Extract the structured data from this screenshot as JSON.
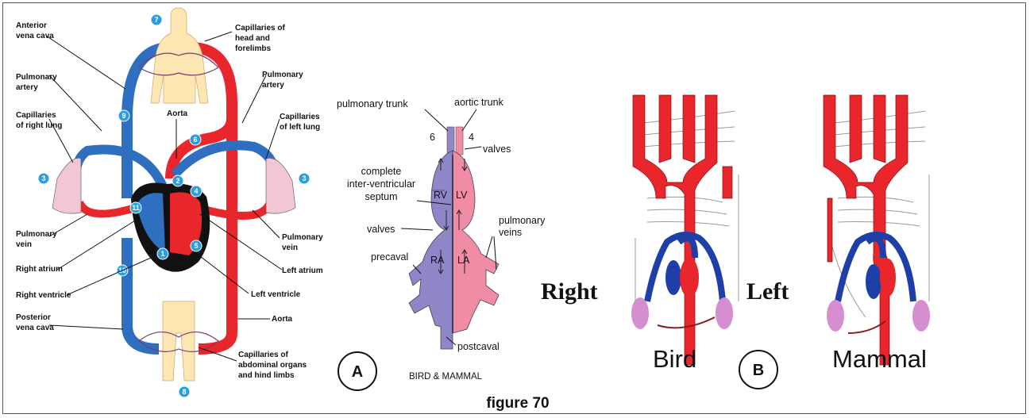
{
  "colors": {
    "oxygenated": "#e8262b",
    "deoxygenated": "#2f6fc0",
    "body": "#fde6b2",
    "lung": "#f2c6d4",
    "rv": "#8f86c8",
    "lv": "#f08ca6",
    "vein_blue": "#1f3fa8",
    "kidney": "#d58fd0"
  },
  "panel_a": {
    "labels": {
      "anterior_vena_cava": [
        "Anterior",
        "vena cava"
      ],
      "pulmonary_artery_left": [
        "Pulmonary",
        "artery"
      ],
      "capillaries_right_lung": [
        "Capillaries",
        "of right lung"
      ],
      "pulmonary_vein_left": [
        "Pulmonary",
        "vein"
      ],
      "right_atrium": "Right atrium",
      "right_ventricle": "Right ventricle",
      "posterior_vena_cava": [
        "Posterior",
        "vena cava"
      ],
      "capillaries_head": [
        "Capillaries of",
        "head and",
        "forelimbs"
      ],
      "pulmonary_artery_right": [
        "Pulmonary",
        "artery"
      ],
      "aorta_top": "Aorta",
      "capillaries_left_lung": [
        "Capillaries",
        "of left lung"
      ],
      "pulmonary_vein_right": [
        "Pulmonary",
        "vein"
      ],
      "left_atrium": "Left atrium",
      "left_ventricle": "Left ventricle",
      "aorta_bottom": "Aorta",
      "capillaries_abdominal": [
        "Capillaries of",
        "abdominal organs",
        "and hind limbs"
      ]
    },
    "markers": [
      "7",
      "9",
      "6",
      "3",
      "3",
      "2",
      "4",
      "11",
      "5",
      "1",
      "10",
      "8"
    ],
    "circle_label": "A"
  },
  "panel_mid": {
    "pulmonary_trunk": "pulmonary trunk",
    "aortic_trunk": "aortic trunk",
    "num_left": "6",
    "num_right": "4",
    "valves_top": "valves",
    "septum": [
      "complete",
      "inter-ventricular",
      "septum"
    ],
    "valves_mid": "valves",
    "pulmonary_veins": [
      "pulmonary",
      "veins"
    ],
    "precaval": "precaval",
    "postcaval": "postcaval",
    "rv": "RV",
    "lv": "LV",
    "ra": "RA",
    "la": "LA",
    "caption": "BIRD & MAMMAL"
  },
  "panel_b": {
    "right": "Right",
    "left": "Left",
    "bird": "Bird",
    "mammal": "Mammal",
    "circle_label": "B"
  },
  "figure_caption": "figure 70"
}
